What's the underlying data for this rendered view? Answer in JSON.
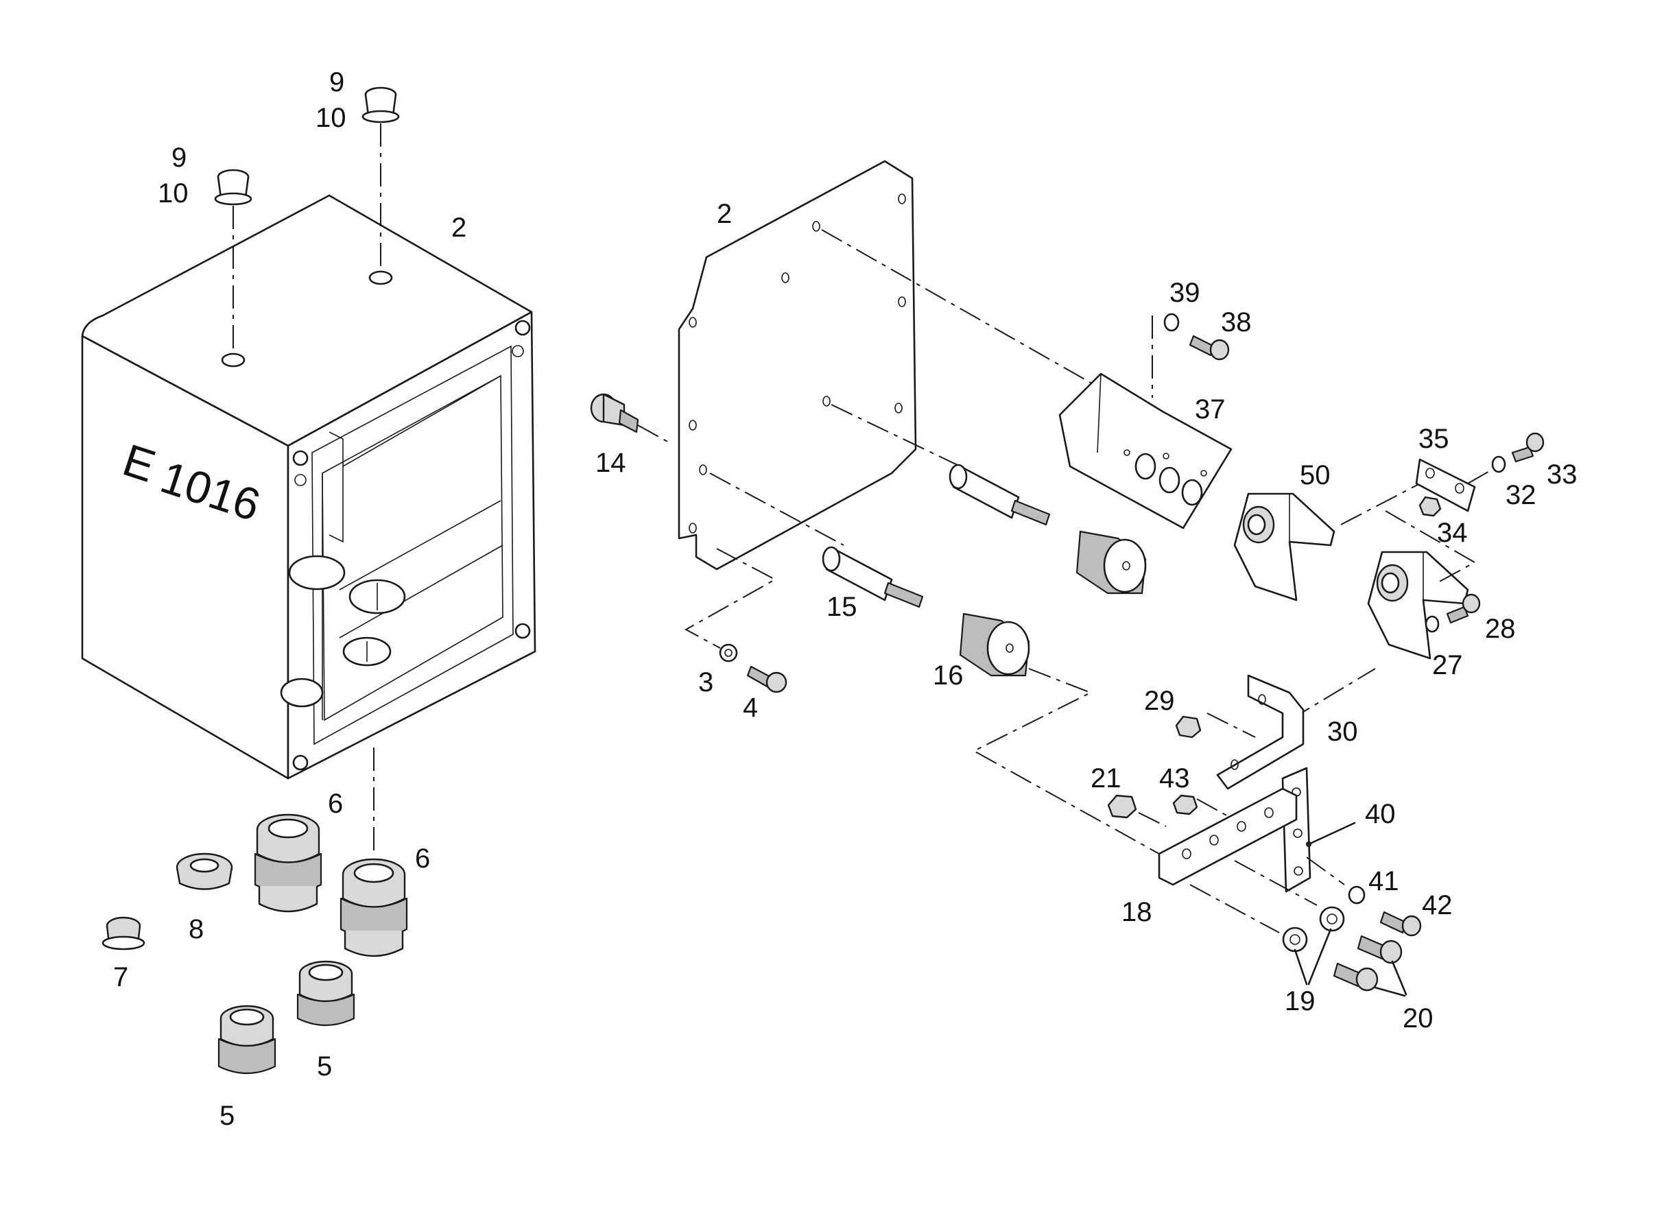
{
  "box_marking": {
    "letter": "E",
    "number": "1016"
  },
  "labels": [
    {
      "id": "9a",
      "text": "9"
    },
    {
      "id": "10a",
      "text": "10"
    },
    {
      "id": "9b",
      "text": "9"
    },
    {
      "id": "10b",
      "text": "10"
    },
    {
      "id": "2a",
      "text": "2"
    },
    {
      "id": "2b",
      "text": "2"
    },
    {
      "id": "14",
      "text": "14"
    },
    {
      "id": "15",
      "text": "15"
    },
    {
      "id": "16",
      "text": "16"
    },
    {
      "id": "3",
      "text": "3"
    },
    {
      "id": "4",
      "text": "4"
    },
    {
      "id": "39",
      "text": "39"
    },
    {
      "id": "38",
      "text": "38"
    },
    {
      "id": "37",
      "text": "37"
    },
    {
      "id": "35",
      "text": "35"
    },
    {
      "id": "50",
      "text": "50"
    },
    {
      "id": "33",
      "text": "33"
    },
    {
      "id": "32",
      "text": "32"
    },
    {
      "id": "34",
      "text": "34"
    },
    {
      "id": "28",
      "text": "28"
    },
    {
      "id": "27",
      "text": "27"
    },
    {
      "id": "29",
      "text": "29"
    },
    {
      "id": "30",
      "text": "30"
    },
    {
      "id": "21",
      "text": "21"
    },
    {
      "id": "43",
      "text": "43"
    },
    {
      "id": "40",
      "text": "40"
    },
    {
      "id": "41",
      "text": "41"
    },
    {
      "id": "42",
      "text": "42"
    },
    {
      "id": "18",
      "text": "18"
    },
    {
      "id": "19",
      "text": "19"
    },
    {
      "id": "20",
      "text": "20"
    },
    {
      "id": "6a",
      "text": "6"
    },
    {
      "id": "6b",
      "text": "6"
    },
    {
      "id": "8",
      "text": "8"
    },
    {
      "id": "7",
      "text": "7"
    },
    {
      "id": "5a",
      "text": "5"
    },
    {
      "id": "5b",
      "text": "5"
    }
  ]
}
